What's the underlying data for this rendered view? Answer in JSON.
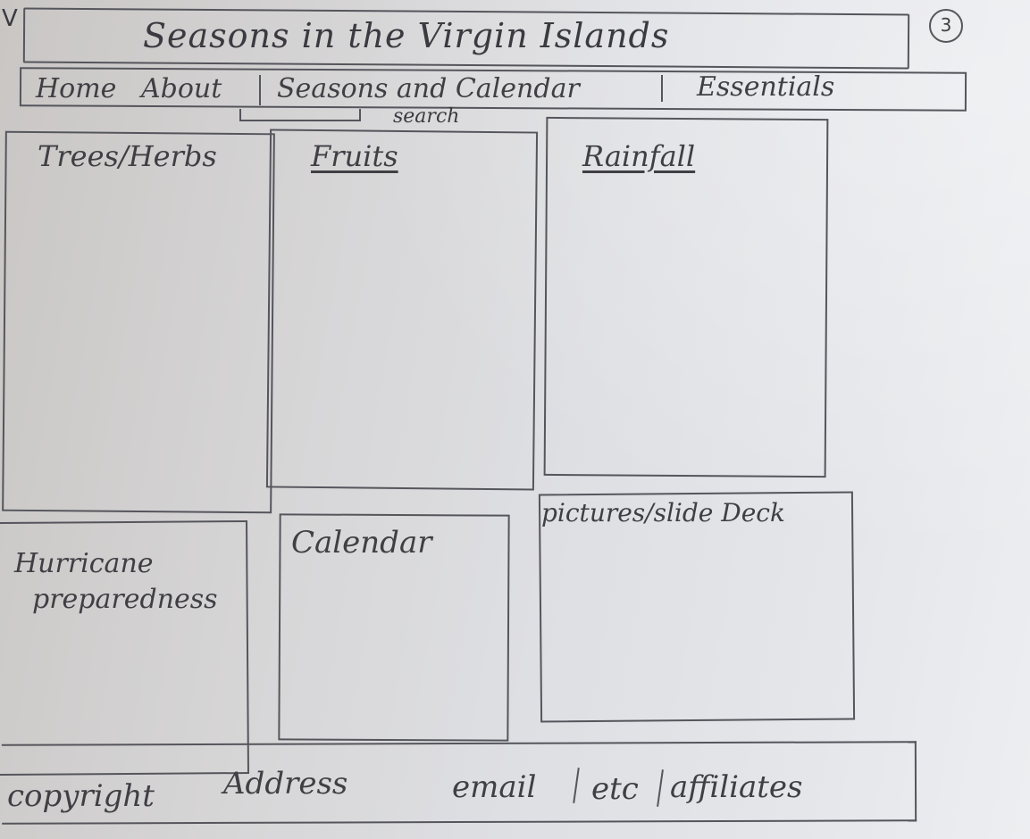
{
  "header": {
    "corner_mark": "V",
    "title": "Seasons in the Virgin Islands",
    "page_number": "3"
  },
  "nav": {
    "items": [
      {
        "label": "Home"
      },
      {
        "label": "About"
      },
      {
        "label": "Seasons and Calendar"
      },
      {
        "label": "Essentials"
      }
    ],
    "search_label": "search"
  },
  "panels": {
    "row1": [
      {
        "title": "Trees/Herbs"
      },
      {
        "title": "Fruits"
      },
      {
        "title": "Rainfall"
      }
    ],
    "row2": [
      {
        "title_line1": "Hurricane",
        "title_line2": "preparedness"
      },
      {
        "title": "Calendar"
      },
      {
        "title": "pictures/slide Deck"
      }
    ]
  },
  "footer": {
    "copyright": "copyright",
    "address": "Address",
    "email": "email",
    "etc": "etc",
    "affiliates": "affiliates"
  },
  "colors": {
    "paper": "#dedfe3",
    "pencil": "#55555c"
  }
}
